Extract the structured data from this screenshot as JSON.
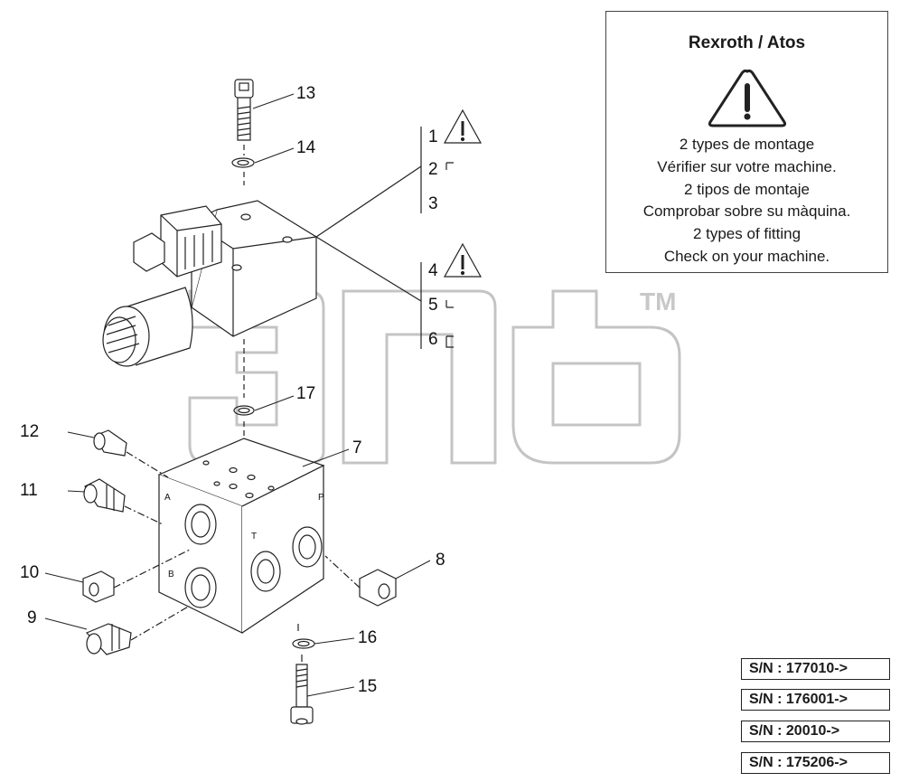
{
  "diagram": {
    "callouts": [
      "13",
      "14",
      "1",
      "2",
      "3",
      "4",
      "5",
      "6",
      "17",
      "12",
      "11",
      "7",
      "10",
      "9",
      "8",
      "16",
      "15"
    ],
    "ports": [
      "A",
      "B",
      "T",
      "P"
    ],
    "watermark_tm": "TM"
  },
  "note": {
    "title": "Rexroth / Atos",
    "lines": [
      "2 types de montage",
      "Vérifier sur votre machine.",
      "2 tipos de montaje",
      "Comprobar sobre su màquina.",
      "2 types of fitting",
      "Check on your machine."
    ]
  },
  "serials": [
    "S/N : 177010->",
    "S/N : 176001->",
    "S/N : 20010->",
    "S/N : 175206->"
  ]
}
